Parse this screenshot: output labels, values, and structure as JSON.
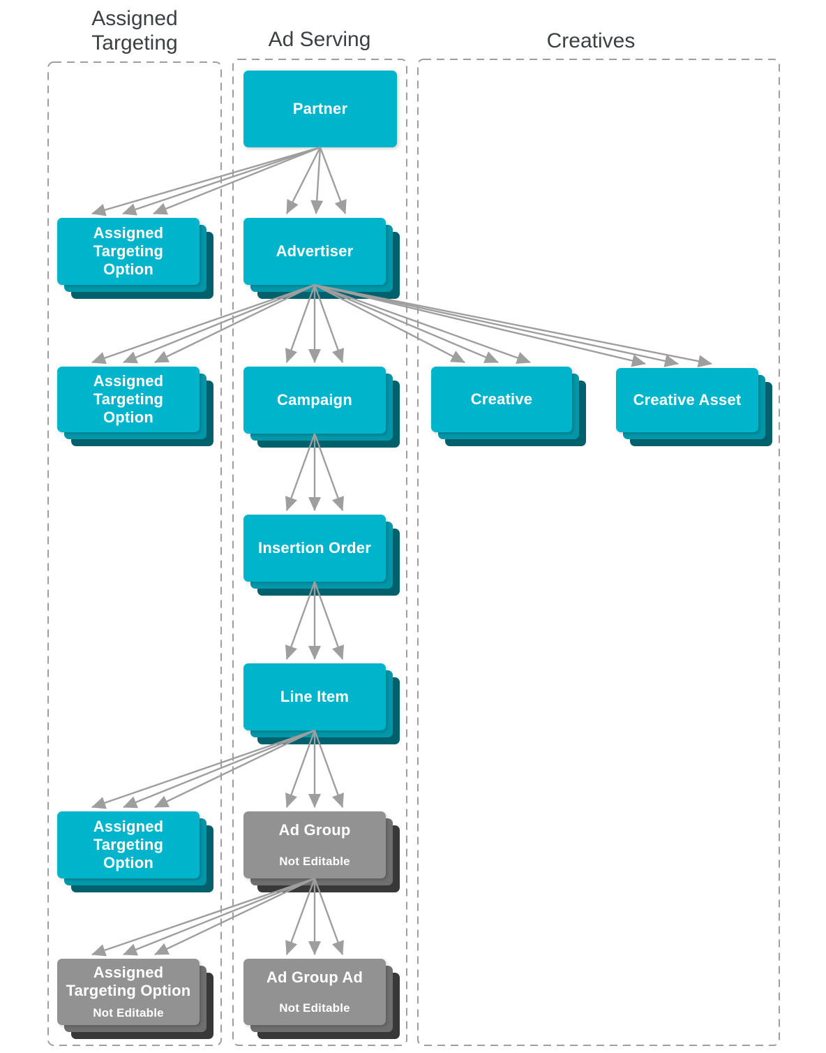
{
  "column_headers": {
    "assigned_targeting": "Assigned\nTargeting",
    "ad_serving": "Ad Serving",
    "creatives": "Creatives"
  },
  "nodes": {
    "partner": {
      "label": "Partner"
    },
    "ato_partner": {
      "label": "Assigned\nTargeting\nOption"
    },
    "advertiser": {
      "label": "Advertiser"
    },
    "ato_advertiser": {
      "label": "Assigned\nTargeting\nOption"
    },
    "campaign": {
      "label": "Campaign"
    },
    "creative": {
      "label": "Creative"
    },
    "creative_asset": {
      "label": "Creative Asset"
    },
    "insertion_order": {
      "label": "Insertion Order"
    },
    "line_item": {
      "label": "Line Item"
    },
    "ato_line_item": {
      "label": "Assigned\nTargeting\nOption"
    },
    "ad_group": {
      "label": "Ad Group",
      "note": "Not Editable"
    },
    "ato_ad_group": {
      "label": "Assigned\nTargeting Option",
      "note": "Not Editable"
    },
    "ad_group_ad": {
      "label": "Ad Group Ad",
      "note": "Not Editable"
    }
  },
  "colors": {
    "editable_face": "#00b5cb",
    "editable_shadow_mid": "#0197a9",
    "editable_shadow_dark": "#00606c",
    "not_editable_face": "#929292",
    "not_editable_shadow_mid": "#6f6f6f",
    "not_editable_shadow_dark": "#383838",
    "arrow": "#9e9e9e",
    "panel_border": "#9e9e9e",
    "header_text": "#3c4043",
    "node_text": "#ffffff"
  },
  "relationships": [
    {
      "from": "Partner",
      "to": "Assigned Targeting Option",
      "cardinality": "one-to-many"
    },
    {
      "from": "Partner",
      "to": "Advertiser",
      "cardinality": "one-to-many"
    },
    {
      "from": "Advertiser",
      "to": "Assigned Targeting Option",
      "cardinality": "one-to-many"
    },
    {
      "from": "Advertiser",
      "to": "Campaign",
      "cardinality": "one-to-many"
    },
    {
      "from": "Advertiser",
      "to": "Creative",
      "cardinality": "one-to-many"
    },
    {
      "from": "Advertiser",
      "to": "Creative Asset",
      "cardinality": "one-to-many"
    },
    {
      "from": "Campaign",
      "to": "Insertion Order",
      "cardinality": "one-to-many"
    },
    {
      "from": "Insertion Order",
      "to": "Line Item",
      "cardinality": "one-to-many"
    },
    {
      "from": "Line Item",
      "to": "Assigned Targeting Option",
      "cardinality": "one-to-many"
    },
    {
      "from": "Line Item",
      "to": "Ad Group",
      "cardinality": "one-to-many"
    },
    {
      "from": "Ad Group",
      "to": "Assigned Targeting Option",
      "cardinality": "one-to-many"
    },
    {
      "from": "Ad Group",
      "to": "Ad Group Ad",
      "cardinality": "one-to-many"
    }
  ]
}
